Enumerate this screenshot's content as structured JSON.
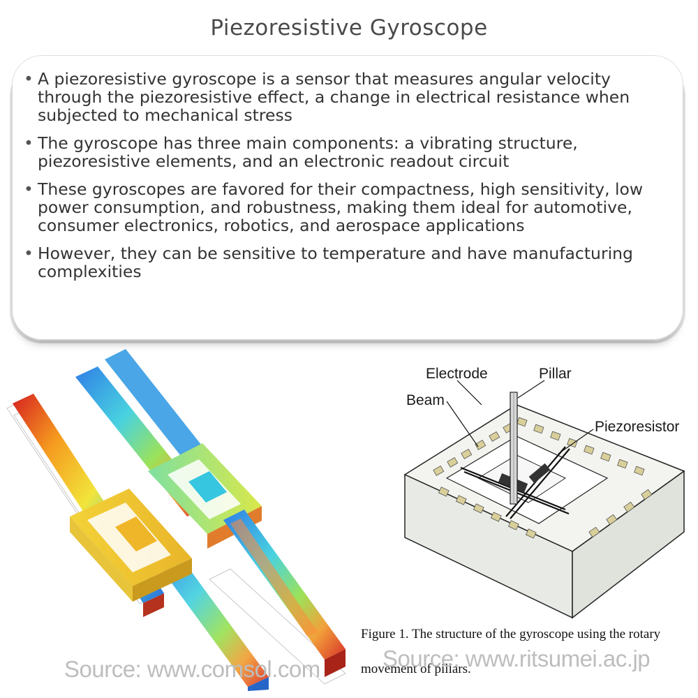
{
  "title": "Piezoresistive Gyroscope",
  "bullets": [
    "A piezoresistive gyroscope is a sensor that measures angular velocity through the piezoresistive effect, a change in electrical resistance when subjected to mechanical stress",
    "The gyroscope has three main components: a vibrating structure, piezoresistive elements, and an electronic readout circuit",
    "These gyroscopes are favored for their compactness, high sensitivity, low power consumption, and robustness, making them ideal for automotive, consumer electronics, robotics, and aerospace applications",
    "However, they can be sensitive to temperature and have manufacturing complexities"
  ],
  "left_figure": {
    "source": "Source: www.comsol.com"
  },
  "right_figure": {
    "labels": {
      "electrode": "Electrode",
      "pillar": "Pillar",
      "beam": "Beam",
      "piezoresistor": "Piezoresistor"
    },
    "caption_line1": "Figure 1. The structure of the gyroscope using the rotary",
    "caption_line2": "movement of pillars.",
    "source": "Source: www.ritsumei.ac.jp"
  }
}
